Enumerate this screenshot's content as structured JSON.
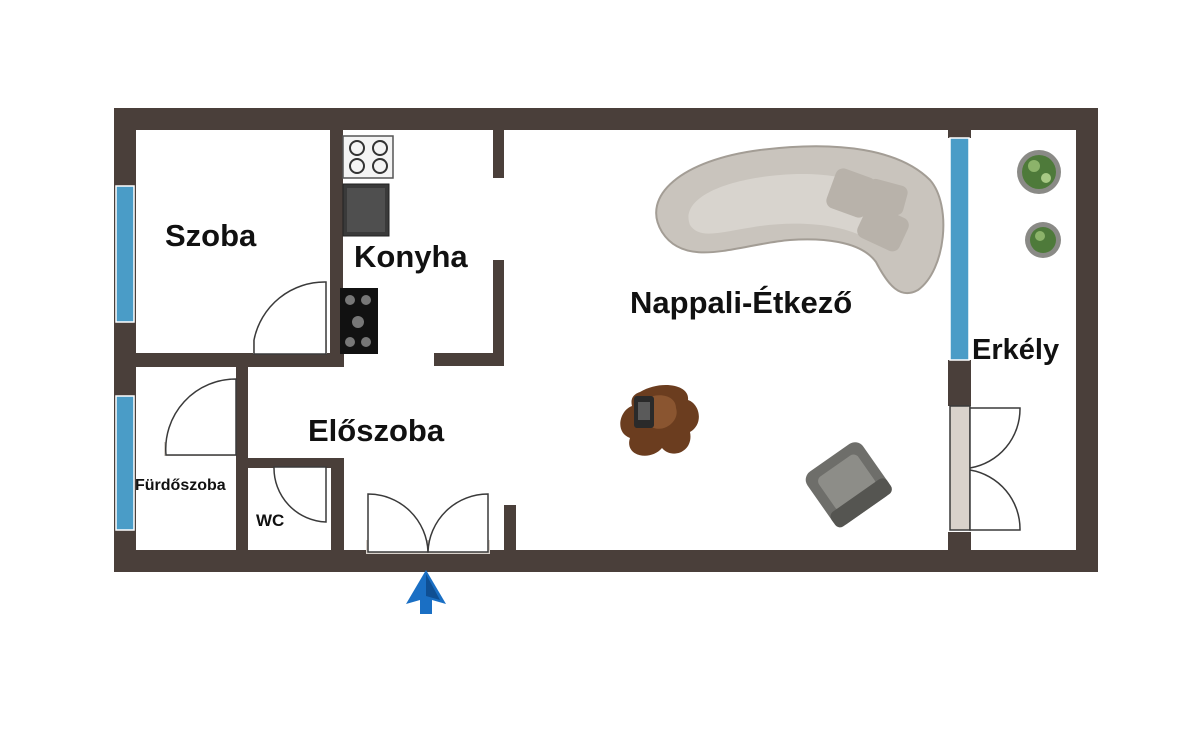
{
  "rooms": {
    "szoba": "Szoba",
    "konyha": "Konyha",
    "nappali": "Nappali-Étkező",
    "erkely": "Erkély",
    "eloszoba": "Előszoba",
    "furdoszoba": "Fürdőszoba",
    "wc": "WC"
  },
  "colors": {
    "wall": "#4a3f3a",
    "window": "#4a9cc7",
    "floor": "#ffffff",
    "door_panel": "#d9d2cb",
    "entrance_arrow": "#1a6fc4",
    "sofa": "#c9c4bd",
    "table": "#6b3d1f"
  },
  "icons": [
    "entrance-arrow-icon",
    "sofa-icon",
    "armchair-icon",
    "coffee-table-icon",
    "stove-icon",
    "oven-icon",
    "cooktop-icon",
    "plant-icon"
  ]
}
